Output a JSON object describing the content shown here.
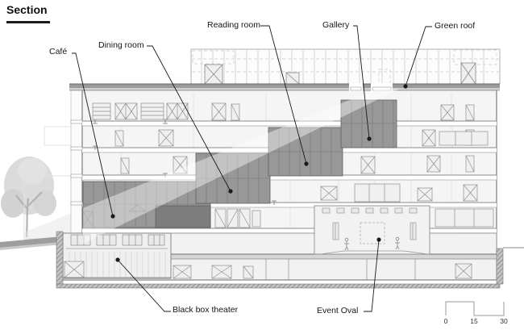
{
  "title": "Section",
  "labels": {
    "cafe": "Café",
    "dining": "Dining room",
    "reading": "Reading room",
    "gallery": "Gallery",
    "green_roof": "Green roof",
    "black_box": "Black box theater",
    "event_oval": "Event Oval"
  },
  "scale_bar": {
    "ticks": [
      "0",
      "15",
      "30"
    ]
  },
  "colors": {
    "shaded_room": "#989898",
    "shaded_room_grid": "#747474",
    "dark_subroom": "#7d7d7d",
    "roof_band": "#9a9a9a",
    "floor_fill": "#f5f5f5",
    "outline": "#6e6e6e",
    "leader": "#1a1a1a",
    "tree": "#d9d9d9",
    "ground": "#9e9e9e",
    "light_beam": "rgba(255,255,255,0.42)"
  }
}
